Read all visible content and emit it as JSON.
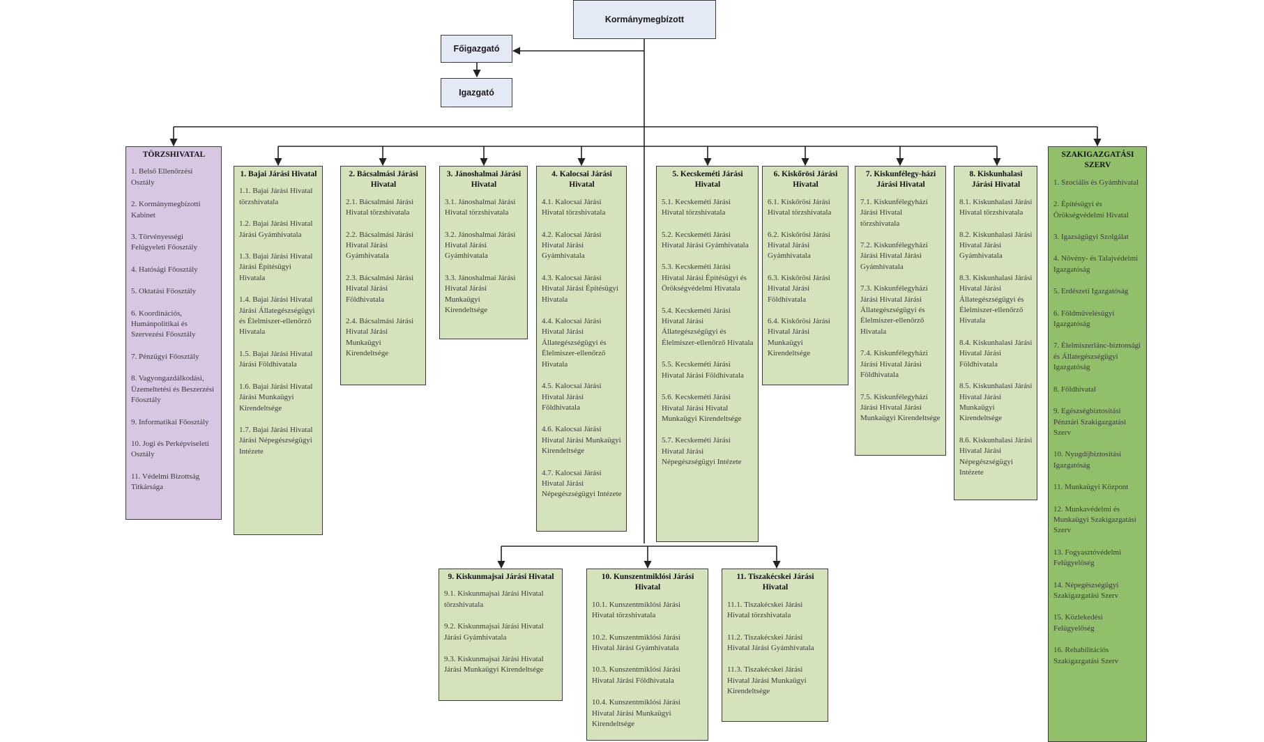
{
  "top": {
    "head": "Kormánymegbízott",
    "deputy": "Főigazgató",
    "director": "Igazgató"
  },
  "torzs": {
    "title": "TÖRZSHIVATAL",
    "items": [
      "1. Belső Ellenőrzési Osztály",
      "2. Kormánymegbízotti Kabinet",
      "3. Törvényességi Felügyeleti Főosztály",
      "4. Hatósági Főosztály",
      "5. Oktatási Főosztály",
      "6. Koordinációs, Humánpolitikai és Szervezési Főosztály",
      "7. Pénzügyi Főosztály",
      "8. Vagyongazdálkodási, Üzemeltetési és Beszerzési Főosztály",
      "9. Informatikai Főosztály",
      "10. Jogi és Perképviseleti Osztály",
      "11. Védelmi Bizottság Titkársága"
    ]
  },
  "szak": {
    "title": "SZAKIGAZGATÁSI SZERV",
    "items": [
      "1. Szociális és Gyámhivatal",
      "2. Építésügyi és Örökségvédelmi Hivatal",
      "3. Igazságügyi Szolgálat",
      "4. Növény- és Talajvédelmi Igazgatóság",
      "5. Erdészeti Igazgatóság",
      "6. Földművelésügyi Igazgatóság",
      "7. Élelmiszerlánc-biztonsági és Állategészségügyi Igazgatóság",
      "8. Földhivatal",
      "9. Egészségbiztosítási Pénztári Szakigazgatási Szerv",
      "10. Nyugdíjbiztosítási Igazgatóság",
      "11. Munkaügyi Központ",
      "12. Munkavédelmi és Munkaügyi Szakigazgatási Szerv",
      "13. Fogyasztóvédelmi Felügyelőség",
      "14. Népegészségügyi Szakigazgatási Szerv",
      "15. Közlekedési Felügyelőség",
      "16. Rehabilitációs Szakigazgatási Szerv"
    ]
  },
  "offices": [
    {
      "title": "1. Bajai Járási Hivatal",
      "items": [
        "1.1. Bajai Járási Hivatal törzshivatala",
        "1.2. Bajai Járási Hivatal Járási Gyámhivatala",
        "1.3. Bajai Járási Hivatal Járási Építésügyi Hivatala",
        "1.4. Bajai Járási Hivatal Járási Állategészségügyi és Élelmiszer-ellenőrző Hivatala",
        "1.5. Bajai Járási Hivatal Járási Földhivatala",
        "1.6. Bajai Járási Hivatal Járási Munkaügyi Kirendeltsége",
        "1.7. Bajai Járási Hivatal Járási Népegészségügyi Intézete"
      ]
    },
    {
      "title": "2. Bácsalmási Járási Hivatal",
      "items": [
        "2.1. Bácsalmási Járási Hivatal törzshivatala",
        "2.2. Bácsalmási Járási Hivatal Járási Gyámhivatala",
        "2.3. Bácsalmási Járási Hivatal Járási Földhivatala",
        "2.4. Bácsalmási Járási Hivatal Járási Munkaügyi Kirendeltsége"
      ]
    },
    {
      "title": "3. Jánoshalmai Járási Hivatal",
      "items": [
        "3.1. Jánoshalmai Járási Hivatal törzshivatala",
        "3.2. Jánoshalmai Járási Hivatal Járási Gyámhivatala",
        "3.3. Jánoshalmai Járási Hivatal Járási Munkaügyi Kirendeltsége"
      ]
    },
    {
      "title": "4. Kalocsai Járási Hivatal",
      "items": [
        "4.1. Kalocsai Járási Hivatal törzshivatala",
        "4.2. Kalocsai Járási Hivatal Járási Gyámhivatala",
        "4.3. Kalocsai Járási Hivatal Járási Építésügyi Hivatala",
        "4.4. Kalocsai Járási Hivatal Járási Állategészségügyi és Élelmiszer-ellenőrző Hivatala",
        "4.5. Kalocsai Járási Hivatal Járási Földhivatala",
        "4.6. Kalocsai Járási Hivatal Járási Munkaügyi Kirendeltsége",
        "4.7. Kalocsai Járási Hivatal Járási Népegészségügyi Intézete"
      ]
    },
    {
      "title": "5. Kecskeméti Járási Hivatal",
      "items": [
        "5.1. Kecskeméti Járási Hivatal törzshivatala",
        "5.2. Kecskeméti Járási Hivatal Járási Gyámhivatala",
        "5.3. Kecskeméti Járási Hivatal Járási Építésügyi és Örökségvédelmi Hivatala",
        "5.4. Kecskeméti Járási Hivatal Járási Állategészségügyi és Élelmiszer-ellenőrző Hivatala",
        "5.5. Kecskeméti Járási Hivatal Járási Földhivatala",
        "5.6. Kecskeméti Járási Hivatal Járási Hivatal Munkaügyi Kirendeltsége",
        "5.7. Kecskeméti Járási Hivatal Járási Népegészségügyi Intézete"
      ]
    },
    {
      "title": "6. Kiskőrösi Járási Hivatal",
      "items": [
        "6.1. Kiskőrösi Járási Hivatal törzshivatala",
        "6.2. Kiskőrösi Járási Hivatal Járási Gyámhivatala",
        "6.3. Kiskőrösi Járási Hivatal Járási Földhivatala",
        "6.4. Kiskőrösi Járási Hivatal Járási Munkaügyi Kirendeltsége"
      ]
    },
    {
      "title": "7. Kiskunfélegy-házi Járási Hivatal",
      "items": [
        "7.1. Kiskunfélegyházi Járási Hivatal törzshivatala",
        "7.2. Kiskunfélegyházi Járási Hivatal Járási Gyámhivatala",
        "7.3. Kiskunfélegyházi Járási Hivatal Járási Állategészségügyi és Élelmiszer-ellenőrző Hivatala",
        "7.4. Kiskunfélegyházi Járási Hivatal Járási Földhivatala",
        "7.5. Kiskunfélegyházi Járási Hivatal Járási Munkaügyi Kirendeltsége"
      ]
    },
    {
      "title": "8. Kiskunhalasi Járási Hivatal",
      "items": [
        "8.1. Kiskunhalasi Járási Hivatal törzshivatala",
        "8.2. Kiskunhalasi Járási Hivatal Járási Gyámhivatala",
        "8.3. Kiskunhalasi Járási Hivatal Járási Állategészségügyi és Élelmiszer-ellenőrző Hivatala",
        "8.4. Kiskunhalasi Járási Hivatal Járási Földhivatala",
        "8.5. Kiskunhalasi Járási Hivatal Járási Munkaügyi Kirendeltsége",
        "8.6. Kiskunhalasi Járási Hivatal Járási Népegészségügyi Intézete"
      ]
    },
    {
      "title": "9. Kiskunmajsai Járási Hivatal",
      "items": [
        "9.1. Kiskunmajsai Járási Hivatal törzshivatala",
        "9.2. Kiskunmajsai Járási Hivatal Járási Gyámhivatala",
        "9.3. Kiskunmajsai Járási Hivatal Járási Munkaügyi Kirendeltsége"
      ]
    },
    {
      "title": "10. Kunszentmiklósi Járási Hivatal",
      "items": [
        "10.1. Kunszentmiklósi Járási Hivatal törzshivatala",
        "10.2. Kunszentmiklósi Járási Hivatal Járási Gyámhivatala",
        "10.3. Kunszentmiklósi Járási Hivatal Járási Földhivatala",
        "10.4. Kunszentmiklósi Járási Hivatal Járási Munkaügyi Kirendeltsége"
      ]
    },
    {
      "title": "11. Tiszakécskei Járási Hivatal",
      "items": [
        "11.1. Tiszakécskei Járási Hivatal törzshivatala",
        "11.2. Tiszakécskei Járási Hivatal Járási Gyámhivatala",
        "11.3. Tiszakécskei Járási Hivatal Járási Munkaügyi Kirendeltsége"
      ]
    }
  ]
}
